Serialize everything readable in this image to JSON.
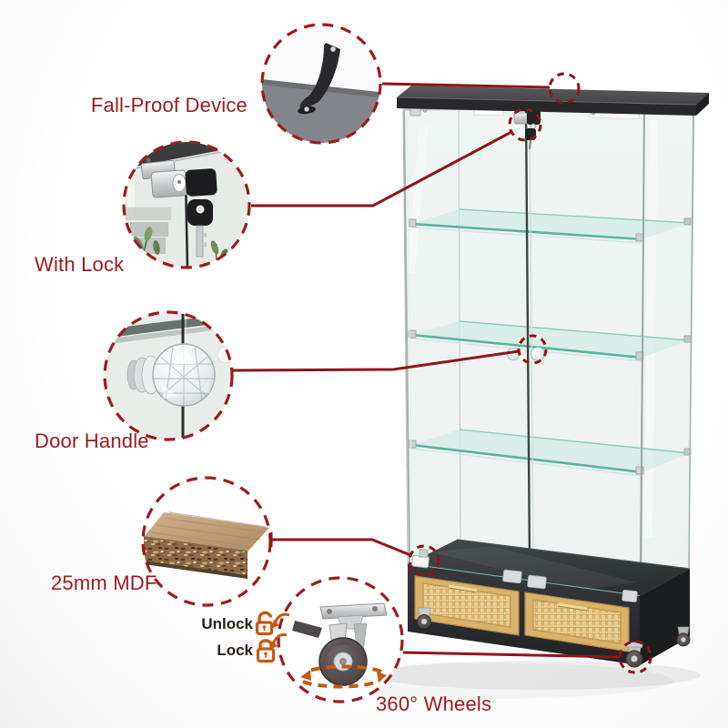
{
  "title": "Glass display cabinet feature diagram",
  "colors": {
    "accent_red": "#9e1b20",
    "accent_orange": "#c65a11",
    "cabinet_dark": "#2c2c2e",
    "wood_frame": "#d9b26b",
    "rattan": "#e7cb90",
    "shelf_edge": "#57b3a0"
  },
  "callouts": {
    "fall_proof": {
      "label": "Fall-Proof Device",
      "icon": "anti-tip-strap"
    },
    "with_lock": {
      "label": "With Lock",
      "icon": "lock-and-keys"
    },
    "door_handle": {
      "label": "Door Handle",
      "icon": "crystal-knob"
    },
    "mdf": {
      "label": "25mm MDF",
      "icon": "particle-board"
    },
    "wheels": {
      "label": "360° Wheels",
      "unlock_label": "Unlock",
      "lock_label": "Lock",
      "icons": [
        "padlock-open",
        "padlock-closed",
        "rotation-arrows",
        "caster-wheel"
      ]
    }
  }
}
